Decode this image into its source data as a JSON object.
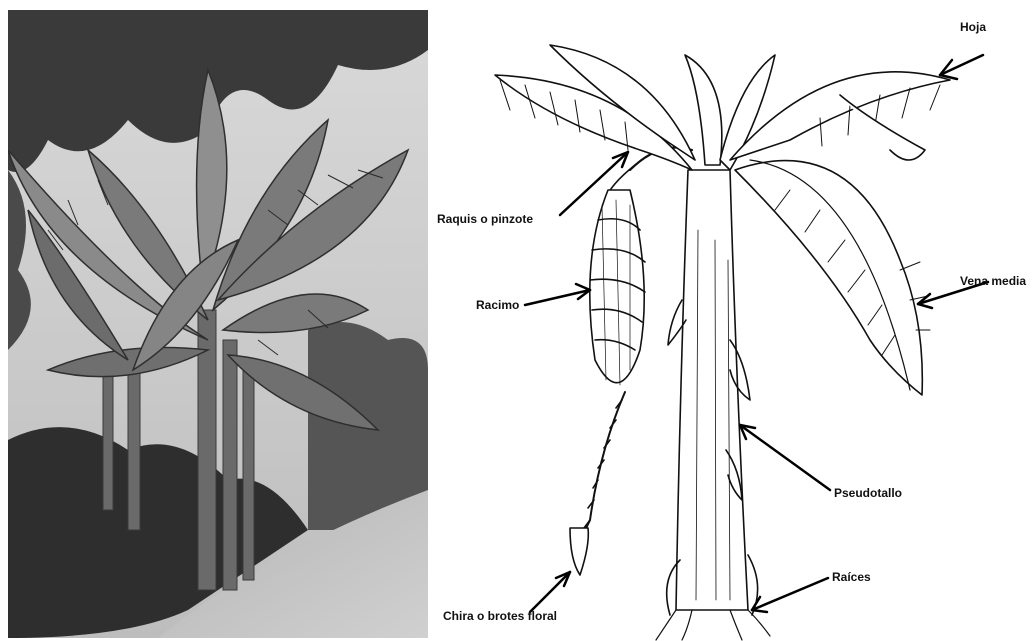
{
  "labels": {
    "hoja": "Hoja",
    "raquis": "Raquis o pinzote",
    "vena_media": "Vena media",
    "racimo": "Racimo",
    "pseudotallo": "Pseudotallo",
    "raices": "Raíces",
    "chira": "Chira o brotes floral"
  }
}
